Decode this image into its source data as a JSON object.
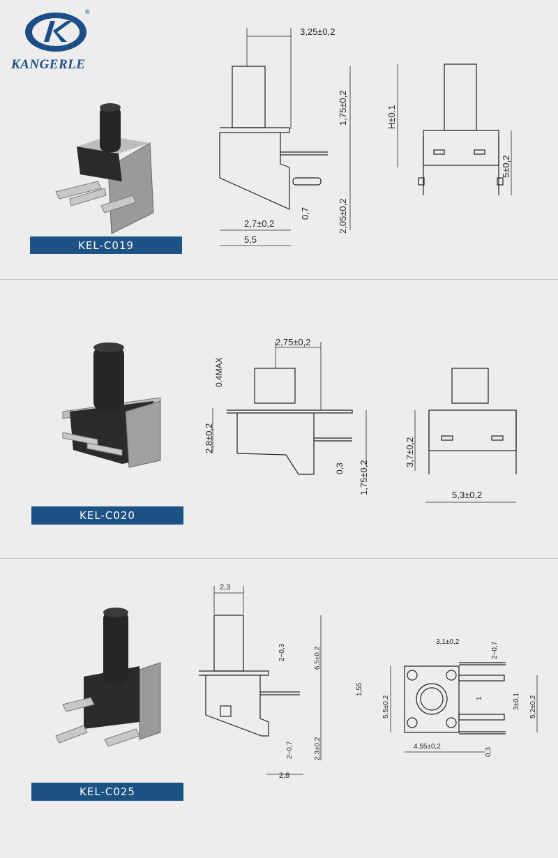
{
  "brand": {
    "name": "KANGERLE",
    "registered": "®"
  },
  "products": [
    {
      "model": "KEL-C019",
      "side_dims": [
        "3,25±0,2",
        "1,75±0,2",
        "2,05±0,2",
        "0,7",
        "2,7±0,2",
        "5,5"
      ],
      "front_dims": [
        "H±0.1",
        "5±0,2"
      ]
    },
    {
      "model": "KEL-C020",
      "side_dims": [
        "2,75±0,2",
        "0.4MAX",
        "2,8±0,2",
        "0,3",
        "1,75±0,2"
      ],
      "front_dims": [
        "3,7±0,2",
        "5,3±0,2"
      ]
    },
    {
      "model": "KEL-C025",
      "side_dims": [
        "2,3",
        "2~0,3",
        "6,5±0,2",
        "1,55",
        "2~0,7",
        "2,3±0,2",
        "2,8"
      ],
      "top_dims": [
        "3,1±0,2",
        "2~0,7",
        "5,5±0,2",
        "1",
        "3±0,1",
        "5,2±0,2",
        "4,55±0,2",
        "0,3"
      ]
    }
  ]
}
